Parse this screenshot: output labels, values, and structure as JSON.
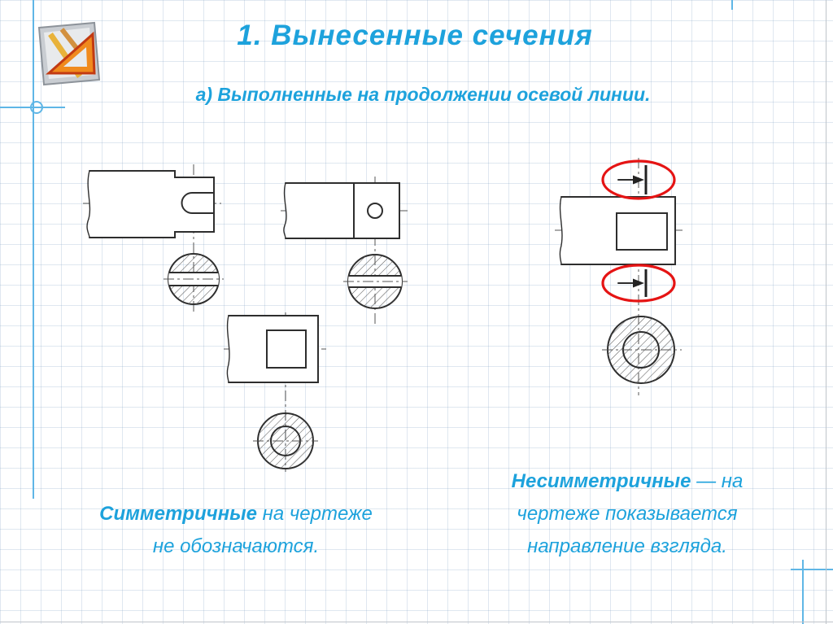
{
  "slide": {
    "title": "1. Вынесенные сечения",
    "subtitle": "а) Выполненные на продолжении осевой линии."
  },
  "captions": {
    "left": {
      "line1_bold": "Симметричные",
      "line1_rest": " на чертеже",
      "line2": "не обозначаются."
    },
    "right": {
      "line1_bold": "Несимметричные",
      "line1_rest": " — на",
      "line2": "чертеже показывается",
      "line3": "направление взгляда."
    }
  },
  "icons": {
    "corner_icon": "drafting-tools-icon",
    "view_direction_marks": "arrow-with-bar-icon"
  },
  "colors": {
    "accent_blue": "#1da2dc",
    "highlight_red": "#e51414",
    "line_color": "#2e2e2e",
    "grid_line": "#b8cde0",
    "deco_blue": "#5fb6e6"
  }
}
